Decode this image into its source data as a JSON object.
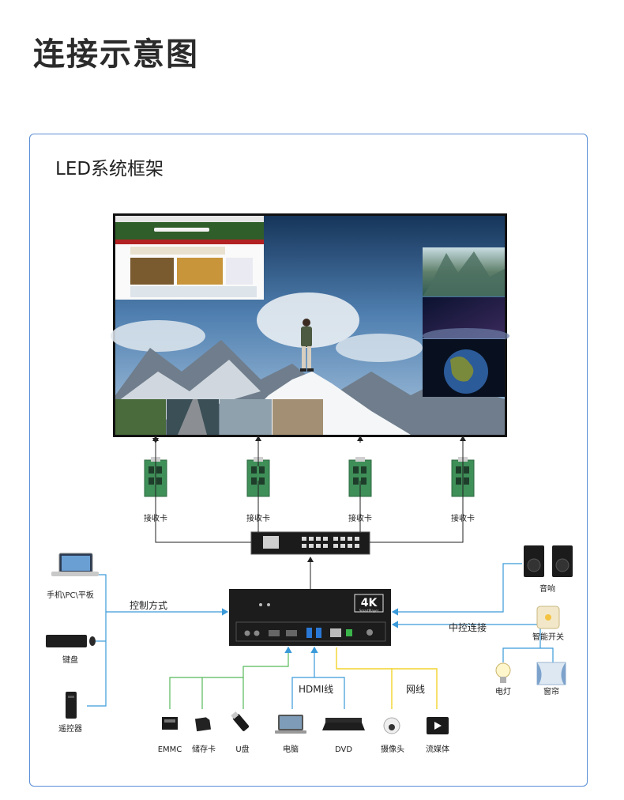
{
  "title": "连接示意图",
  "frame_title": "LED系统框架",
  "receiver_label": "接收卡",
  "control_mode_label": "控制方式",
  "central_control_label": "中控连接",
  "hdmi_line_label": "HDMI线",
  "network_line_label": "网线",
  "player_badge": {
    "main": "4K",
    "sub": "SmartPlayer"
  },
  "left_devices": [
    {
      "name": "phone-pc-tablet",
      "label": "手机\\PC\\平板"
    },
    {
      "name": "keyboard",
      "label": "键盘"
    },
    {
      "name": "remote",
      "label": "遥控器"
    }
  ],
  "right_devices": [
    {
      "name": "speaker",
      "label": "音响"
    },
    {
      "name": "smart-switch",
      "label": "智能开关"
    },
    {
      "name": "lamp",
      "label": "电灯"
    },
    {
      "name": "curtain",
      "label": "窗帘"
    }
  ],
  "bottom_devices": [
    {
      "name": "emmc",
      "label": "EMMC"
    },
    {
      "name": "memory-card",
      "label": "储存卡"
    },
    {
      "name": "usb-drive",
      "label": "U盘"
    },
    {
      "name": "laptop",
      "label": "电脑"
    },
    {
      "name": "dvd",
      "label": "DVD"
    },
    {
      "name": "camera",
      "label": "摄像头"
    },
    {
      "name": "streaming",
      "label": "流媒体"
    }
  ],
  "colors": {
    "frame_border": "#5b8fd6",
    "blue_line": "#3a9ad9",
    "green_line": "#58b95a",
    "yellow_line": "#f2d42e",
    "black_line": "#222222"
  }
}
